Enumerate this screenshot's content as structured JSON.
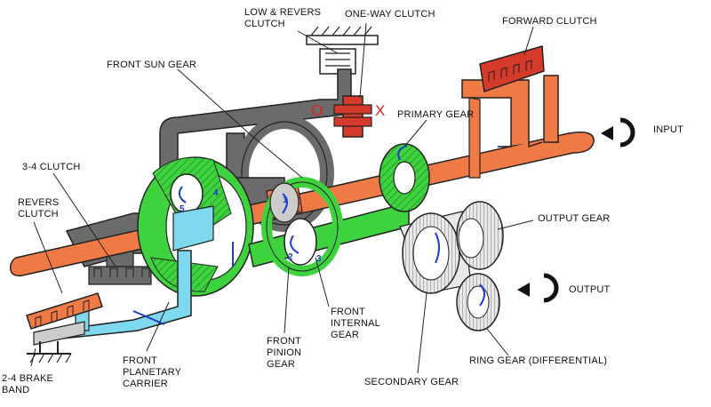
{
  "labels": {
    "low_reverse_clutch": "LOW & REVERS\nCLUTCH",
    "one_way_clutch": "ONE-WAY CLUTCH",
    "forward_clutch": "FORWARD CLUTCH",
    "front_sun_gear": "FRONT SUN GEAR",
    "primary_gear": "PRIMARY GEAR",
    "input": "INPUT",
    "clutch_34": "3-4 CLUTCH",
    "reverse_clutch": "REVERS\nCLUTCH",
    "output_gear": "OUTPUT GEAR",
    "output": "OUTPUT",
    "front_internal_gear": "FRONT\nINTERNAL\nGEAR",
    "front_pinion_gear": "FRONT\nPINION\nGEAR",
    "front_planetary_carrier": "FRONT\nPLANETARY\nCARRIER",
    "brake_band_24": "2-4 BRAKE\nBAND",
    "secondary_gear": "SECONDARY GEAR",
    "ring_gear": "RING GEAR (DIFFERENTIAL)"
  },
  "markers": {
    "ok_symbol": "O",
    "no_symbol": "X",
    "n1": "1",
    "n2": "2",
    "n3": "3",
    "n4": "4",
    "n5": "5"
  },
  "colors": {
    "shaft_orange": "#f07a46",
    "gray": "#6b6b6b",
    "green": "#3fd23f",
    "light_blue": "#7fd9ee",
    "red_clutch": "#d63a2a",
    "secondary_white": "#e8e8e8",
    "marker_red": "#e02020",
    "arrow_blue": "#1a3cd0"
  }
}
